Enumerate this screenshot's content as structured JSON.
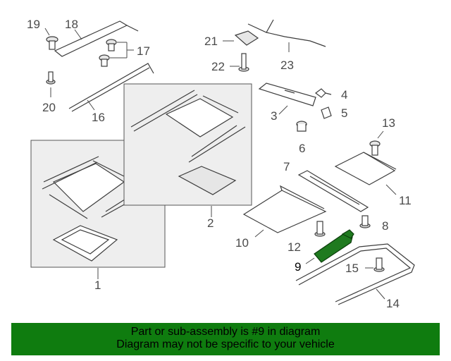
{
  "callouts": {
    "c1": "1",
    "c2": "2",
    "c3": "3",
    "c4": "4",
    "c5": "5",
    "c6": "6",
    "c7": "7",
    "c8": "8",
    "c9": "9",
    "c10": "10",
    "c11": "11",
    "c12": "12",
    "c13": "13",
    "c14": "14",
    "c15": "15",
    "c16": "16",
    "c17": "17",
    "c18": "18",
    "c19": "19",
    "c20": "20",
    "c21": "21",
    "c22": "22",
    "c23": "23"
  },
  "highlighted_part": "9",
  "colors": {
    "highlight": "#1f7a1f",
    "banner": "#0f7c0f"
  },
  "banner": {
    "line1": "Part or sub-assembly is #9 in diagram",
    "line2": "Diagram may not be specific to your vehicle"
  }
}
